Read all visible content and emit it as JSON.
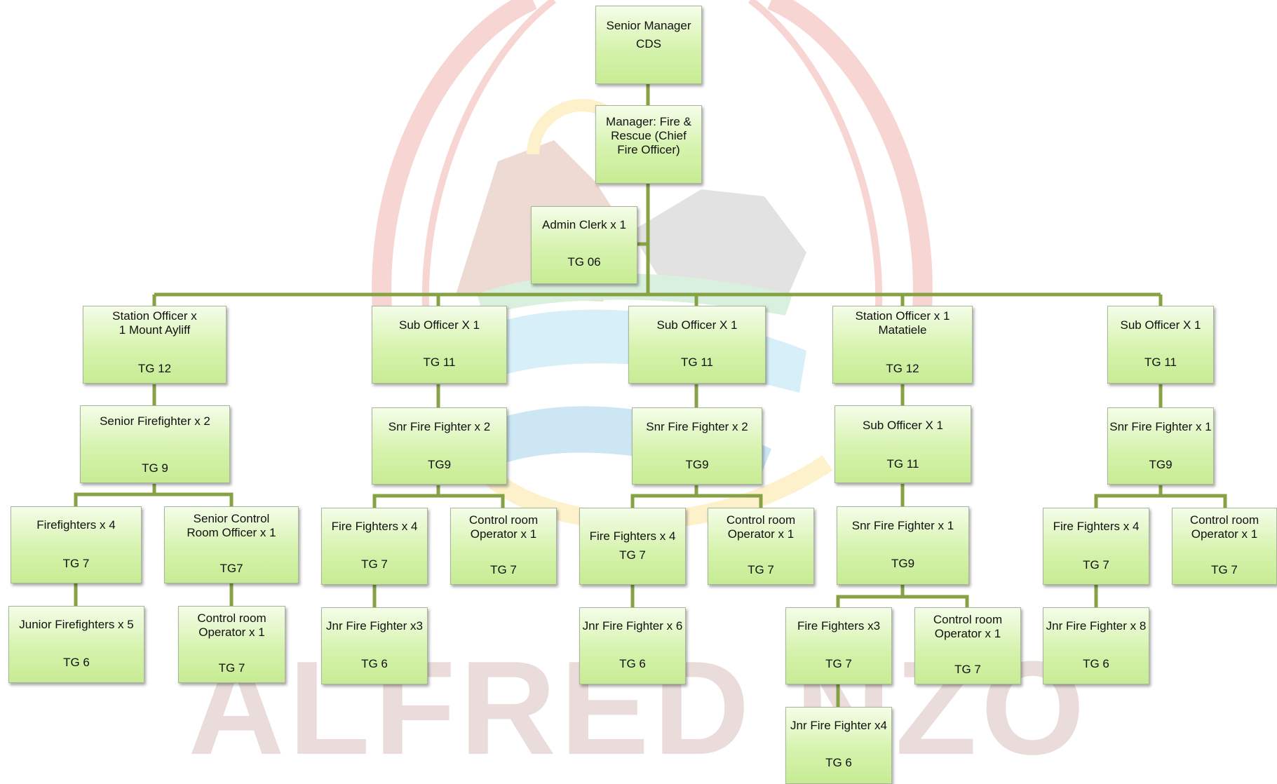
{
  "watermark": {
    "text": "ALFRED NZO"
  },
  "nodes": {
    "senior_manager": {
      "line1": "Senior Manager",
      "line2": "CDS"
    },
    "manager_fire": {
      "line1": "Manager: Fire & Rescue  (Chief Fire Officer)",
      "line2": ""
    },
    "admin_clerk": {
      "line1": "Admin Clerk x 1",
      "line2": "TG 06"
    },
    "c1_station_officer": {
      "line1": "Station Officer x 1 Mount Ayliff",
      "line2": "TG 12"
    },
    "c1_senior_firefighter": {
      "line1": "Senior Firefighter x 2",
      "line2": "TG 9"
    },
    "c1_firefighters": {
      "line1": "Firefighters x 4",
      "line2": "TG 7"
    },
    "c1_senior_control_room": {
      "line1": "Senior Control Room Officer x 1",
      "line2": "TG7"
    },
    "c1_junior_firefighters": {
      "line1": "Junior Firefighters x 5",
      "line2": "TG 6"
    },
    "c1_control_room_operator": {
      "line1": "Control room Operator x 1",
      "line2": "TG 7"
    },
    "c2_sub_officer": {
      "line1": "Sub Officer X 1",
      "line2": "TG 11"
    },
    "c2_snr_fire_fighter": {
      "line1": "Snr Fire Fighter x 2",
      "line2": "TG9"
    },
    "c2_fire_fighters": {
      "line1": "Fire Fighters x 4",
      "line2": "TG 7"
    },
    "c2_control_room_operator": {
      "line1": "Control room Operator x 1",
      "line2": "TG 7"
    },
    "c2_jnr_fire_fighter": {
      "line1": "Jnr Fire Fighter x3",
      "line2": "TG 6"
    },
    "c3_sub_officer": {
      "line1": "Sub Officer X 1",
      "line2": "TG 11"
    },
    "c3_snr_fire_fighter": {
      "line1": "Snr Fire Fighter x 2",
      "line2": "TG9"
    },
    "c3_fire_fighters": {
      "line1": "Fire Fighters x 4",
      "line2": "TG 7"
    },
    "c3_control_room_operator": {
      "line1": "Control room Operator x 1",
      "line2": "TG 7"
    },
    "c3_jnr_fire_fighter": {
      "line1": "Jnr Fire Fighter x 6",
      "line2": "TG 6"
    },
    "c4_station_officer": {
      "line1": "Station Officer x 1 Matatiele",
      "line2": "TG 12"
    },
    "c4_sub_officer": {
      "line1": "Sub Officer X 1",
      "line2": "TG 11"
    },
    "c4_snr_fire_fighter": {
      "line1": "Snr Fire Fighter x 1",
      "line2": "TG9"
    },
    "c4_fire_fighters": {
      "line1": "Fire Fighters x3",
      "line2": "TG 7"
    },
    "c4_control_room_operator": {
      "line1": "Control room Operator x 1",
      "line2": "TG 7"
    },
    "c4_jnr_fire_fighter": {
      "line1": "Jnr Fire Fighter x4",
      "line2": "TG 6"
    },
    "c5_sub_officer": {
      "line1": "Sub Officer X 1",
      "line2": "TG 11"
    },
    "c5_snr_fire_fighter": {
      "line1": "Snr Fire Fighter x 1",
      "line2": "TG9"
    },
    "c5_fire_fighters": {
      "line1": "Fire Fighters x 4",
      "line2": "TG 7"
    },
    "c5_control_room_operator": {
      "line1": "Control room Operator x 1",
      "line2": "TG 7"
    },
    "c5_jnr_fire_fighter": {
      "line1": "Jnr Fire Fighter x 8",
      "line2": "TG 6"
    }
  },
  "colors": {
    "connector": "#86a245",
    "box_top": "#f5fde9",
    "box_bottom": "#c7ec93",
    "watermark_red": "#d9433d"
  }
}
